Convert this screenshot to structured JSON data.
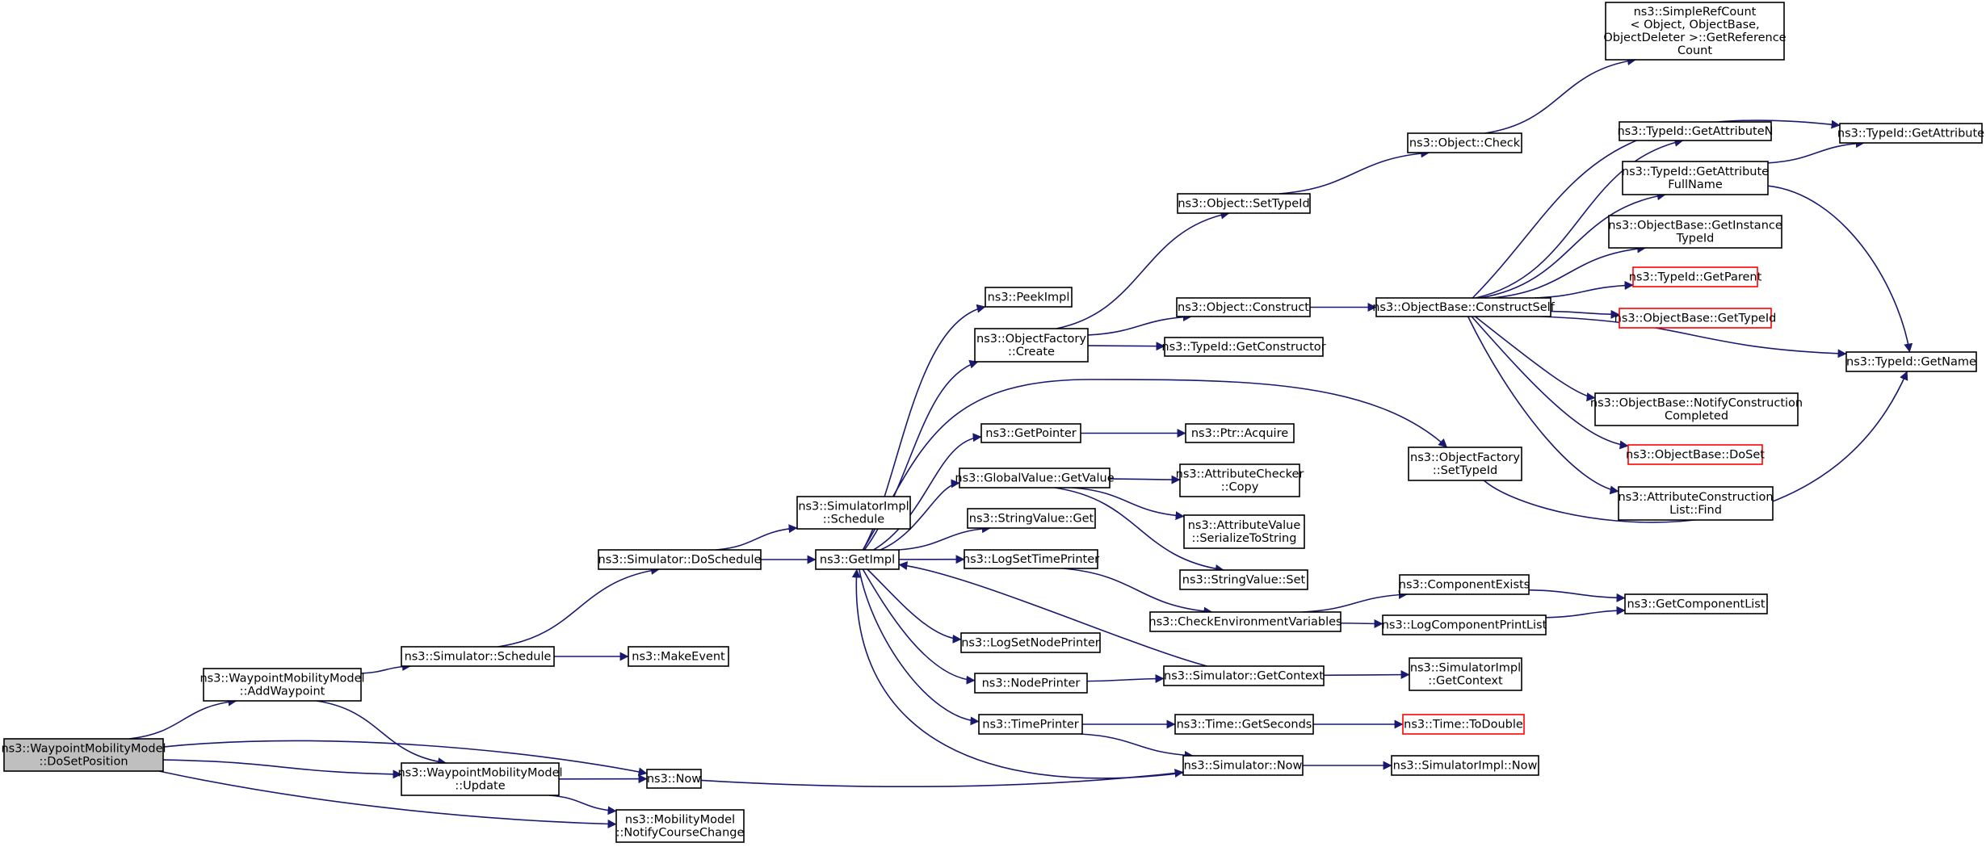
{
  "graph": {
    "edge_color": "#191970",
    "current_fill": "#bfbfbf",
    "link_error_color": "#ff0000",
    "nodes": [
      {
        "id": "doSetPosition",
        "lines": [
          "ns3::WaypointMobilityModel",
          "::DoSetPosition"
        ],
        "kind": "current"
      },
      {
        "id": "addWaypoint",
        "lines": [
          "ns3::WaypointMobilityModel",
          "::AddWaypoint"
        ],
        "kind": "normal"
      },
      {
        "id": "wmmUpdate",
        "lines": [
          "ns3::WaypointMobilityModel",
          "::Update"
        ],
        "kind": "normal"
      },
      {
        "id": "now",
        "lines": [
          "ns3::Now"
        ],
        "kind": "normal"
      },
      {
        "id": "notifyCourseChange",
        "lines": [
          "ns3::MobilityModel",
          "::NotifyCourseChange"
        ],
        "kind": "normal"
      },
      {
        "id": "simSchedule",
        "lines": [
          "ns3::Simulator::Schedule"
        ],
        "kind": "normal"
      },
      {
        "id": "makeEvent",
        "lines": [
          "ns3::MakeEvent"
        ],
        "kind": "normal"
      },
      {
        "id": "simDoSchedule",
        "lines": [
          "ns3::Simulator::DoSchedule"
        ],
        "kind": "normal"
      },
      {
        "id": "simImplSchedule",
        "lines": [
          "ns3::SimulatorImpl",
          "::Schedule"
        ],
        "kind": "normal"
      },
      {
        "id": "getImpl",
        "lines": [
          "ns3::GetImpl"
        ],
        "kind": "normal"
      },
      {
        "id": "peekImpl",
        "lines": [
          "ns3::PeekImpl"
        ],
        "kind": "normal"
      },
      {
        "id": "ofCreate",
        "lines": [
          "ns3::ObjectFactory",
          "::Create"
        ],
        "kind": "normal"
      },
      {
        "id": "getPointer",
        "lines": [
          "ns3::GetPointer"
        ],
        "kind": "normal"
      },
      {
        "id": "gvGetValue",
        "lines": [
          "ns3::GlobalValue::GetValue"
        ],
        "kind": "normal"
      },
      {
        "id": "svGet",
        "lines": [
          "ns3::StringValue::Get"
        ],
        "kind": "normal"
      },
      {
        "id": "logSetTimePrinter",
        "lines": [
          "ns3::LogSetTimePrinter"
        ],
        "kind": "normal"
      },
      {
        "id": "logSetNodePrinter",
        "lines": [
          "ns3::LogSetNodePrinter"
        ],
        "kind": "normal"
      },
      {
        "id": "nodePrinter",
        "lines": [
          "ns3::NodePrinter"
        ],
        "kind": "normal"
      },
      {
        "id": "timePrinter",
        "lines": [
          "ns3::TimePrinter"
        ],
        "kind": "normal"
      },
      {
        "id": "objSetTypeId",
        "lines": [
          "ns3::Object::SetTypeId"
        ],
        "kind": "normal"
      },
      {
        "id": "objConstruct",
        "lines": [
          "ns3::Object::Construct"
        ],
        "kind": "normal"
      },
      {
        "id": "tidGetConstructor",
        "lines": [
          "ns3::TypeId::GetConstructor"
        ],
        "kind": "normal"
      },
      {
        "id": "ptrAcquire",
        "lines": [
          "ns3::Ptr::Acquire"
        ],
        "kind": "normal"
      },
      {
        "id": "acCopy",
        "lines": [
          "ns3::AttributeChecker",
          "::Copy"
        ],
        "kind": "normal"
      },
      {
        "id": "avSerialize",
        "lines": [
          "ns3::AttributeValue",
          "::SerializeToString"
        ],
        "kind": "normal"
      },
      {
        "id": "svSet",
        "lines": [
          "ns3::StringValue::Set"
        ],
        "kind": "normal"
      },
      {
        "id": "checkEnv",
        "lines": [
          "ns3::CheckEnvironmentVariables"
        ],
        "kind": "normal"
      },
      {
        "id": "simGetContext",
        "lines": [
          "ns3::Simulator::GetContext"
        ],
        "kind": "normal"
      },
      {
        "id": "timeGetSeconds",
        "lines": [
          "ns3::Time::GetSeconds"
        ],
        "kind": "normal"
      },
      {
        "id": "simNow",
        "lines": [
          "ns3::Simulator::Now"
        ],
        "kind": "normal"
      },
      {
        "id": "objCheck",
        "lines": [
          "ns3::Object::Check"
        ],
        "kind": "normal"
      },
      {
        "id": "obConstructSelf",
        "lines": [
          "ns3::ObjectBase::ConstructSelf"
        ],
        "kind": "normal"
      },
      {
        "id": "ofSetTypeId",
        "lines": [
          "ns3::ObjectFactory",
          "::SetTypeId"
        ],
        "kind": "normal"
      },
      {
        "id": "componentExists",
        "lines": [
          "ns3::ComponentExists"
        ],
        "kind": "normal"
      },
      {
        "id": "logComponentPrintList",
        "lines": [
          "ns3::LogComponentPrintList"
        ],
        "kind": "normal"
      },
      {
        "id": "simImplGetContext",
        "lines": [
          "ns3::SimulatorImpl",
          "::GetContext"
        ],
        "kind": "normal"
      },
      {
        "id": "timeToDouble",
        "lines": [
          "ns3::Time::ToDouble"
        ],
        "kind": "red"
      },
      {
        "id": "simImplNow",
        "lines": [
          "ns3::SimulatorImpl::Now"
        ],
        "kind": "normal"
      },
      {
        "id": "simpleRefCount",
        "lines": [
          "ns3::SimpleRefCount",
          "< Object, ObjectBase,",
          "ObjectDeleter >::GetReference",
          "Count"
        ],
        "kind": "normal"
      },
      {
        "id": "tidGetAttributeN",
        "lines": [
          "ns3::TypeId::GetAttributeN"
        ],
        "kind": "normal"
      },
      {
        "id": "tidGetAttributeFullName",
        "lines": [
          "ns3::TypeId::GetAttribute",
          "FullName"
        ],
        "kind": "normal"
      },
      {
        "id": "obGetInstanceTypeId",
        "lines": [
          "ns3::ObjectBase::GetInstance",
          "TypeId"
        ],
        "kind": "normal"
      },
      {
        "id": "tidGetParent",
        "lines": [
          "ns3::TypeId::GetParent"
        ],
        "kind": "red"
      },
      {
        "id": "obGetTypeId",
        "lines": [
          "ns3::ObjectBase::GetTypeId"
        ],
        "kind": "red"
      },
      {
        "id": "obNotifyConstructionCompleted",
        "lines": [
          "ns3::ObjectBase::NotifyConstruction",
          "Completed"
        ],
        "kind": "normal"
      },
      {
        "id": "obDoSet",
        "lines": [
          "ns3::ObjectBase::DoSet"
        ],
        "kind": "red"
      },
      {
        "id": "aclFind",
        "lines": [
          "ns3::AttributeConstruction",
          "List::Find"
        ],
        "kind": "normal"
      },
      {
        "id": "getComponentList",
        "lines": [
          "ns3::GetComponentList"
        ],
        "kind": "normal"
      },
      {
        "id": "tidGetAttribute",
        "lines": [
          "ns3::TypeId::GetAttribute"
        ],
        "kind": "normal"
      },
      {
        "id": "tidGetName",
        "lines": [
          "ns3::TypeId::GetName"
        ],
        "kind": "normal"
      }
    ],
    "edges": [
      [
        "doSetPosition",
        "addWaypoint"
      ],
      [
        "doSetPosition",
        "wmmUpdate"
      ],
      [
        "doSetPosition",
        "now"
      ],
      [
        "doSetPosition",
        "notifyCourseChange"
      ],
      [
        "addWaypoint",
        "simSchedule"
      ],
      [
        "addWaypoint",
        "wmmUpdate"
      ],
      [
        "wmmUpdate",
        "now"
      ],
      [
        "wmmUpdate",
        "notifyCourseChange"
      ],
      [
        "simSchedule",
        "makeEvent"
      ],
      [
        "simSchedule",
        "simDoSchedule"
      ],
      [
        "simDoSchedule",
        "simImplSchedule"
      ],
      [
        "simDoSchedule",
        "getImpl"
      ],
      [
        "now",
        "simNow"
      ],
      [
        "getImpl",
        "peekImpl"
      ],
      [
        "getImpl",
        "ofCreate"
      ],
      [
        "getImpl",
        "getPointer"
      ],
      [
        "getImpl",
        "gvGetValue"
      ],
      [
        "getImpl",
        "svGet"
      ],
      [
        "getImpl",
        "logSetTimePrinter"
      ],
      [
        "getImpl",
        "logSetNodePrinter"
      ],
      [
        "getImpl",
        "nodePrinter"
      ],
      [
        "getImpl",
        "timePrinter"
      ],
      [
        "getImpl",
        "ofSetTypeId"
      ],
      [
        "ofCreate",
        "objSetTypeId"
      ],
      [
        "ofCreate",
        "objConstruct"
      ],
      [
        "ofCreate",
        "tidGetConstructor"
      ],
      [
        "getPointer",
        "ptrAcquire"
      ],
      [
        "gvGetValue",
        "acCopy"
      ],
      [
        "gvGetValue",
        "avSerialize"
      ],
      [
        "gvGetValue",
        "svSet"
      ],
      [
        "logSetTimePrinter",
        "checkEnv"
      ],
      [
        "nodePrinter",
        "simGetContext"
      ],
      [
        "simGetContext",
        "getImpl"
      ],
      [
        "simGetContext",
        "simImplGetContext"
      ],
      [
        "timePrinter",
        "timeGetSeconds"
      ],
      [
        "timePrinter",
        "simNow"
      ],
      [
        "simNow",
        "getImpl"
      ],
      [
        "simNow",
        "simImplNow"
      ],
      [
        "timeGetSeconds",
        "timeToDouble"
      ],
      [
        "checkEnv",
        "componentExists"
      ],
      [
        "checkEnv",
        "logComponentPrintList"
      ],
      [
        "componentExists",
        "getComponentList"
      ],
      [
        "logComponentPrintList",
        "getComponentList"
      ],
      [
        "objSetTypeId",
        "objCheck"
      ],
      [
        "objCheck",
        "simpleRefCount"
      ],
      [
        "objConstruct",
        "obConstructSelf"
      ],
      [
        "obConstructSelf",
        "tidGetAttribute"
      ],
      [
        "obConstructSelf",
        "tidGetAttributeN"
      ],
      [
        "obConstructSelf",
        "tidGetAttributeFullName"
      ],
      [
        "obConstructSelf",
        "obGetInstanceTypeId"
      ],
      [
        "obConstructSelf",
        "tidGetParent"
      ],
      [
        "obConstructSelf",
        "obGetTypeId"
      ],
      [
        "obConstructSelf",
        "tidGetName"
      ],
      [
        "obConstructSelf",
        "obNotifyConstructionCompleted"
      ],
      [
        "obConstructSelf",
        "obDoSet"
      ],
      [
        "obConstructSelf",
        "aclFind"
      ],
      [
        "tidGetAttributeFullName",
        "tidGetAttribute"
      ],
      [
        "tidGetAttributeFullName",
        "tidGetName"
      ],
      [
        "ofSetTypeId",
        "tidGetName"
      ]
    ]
  }
}
